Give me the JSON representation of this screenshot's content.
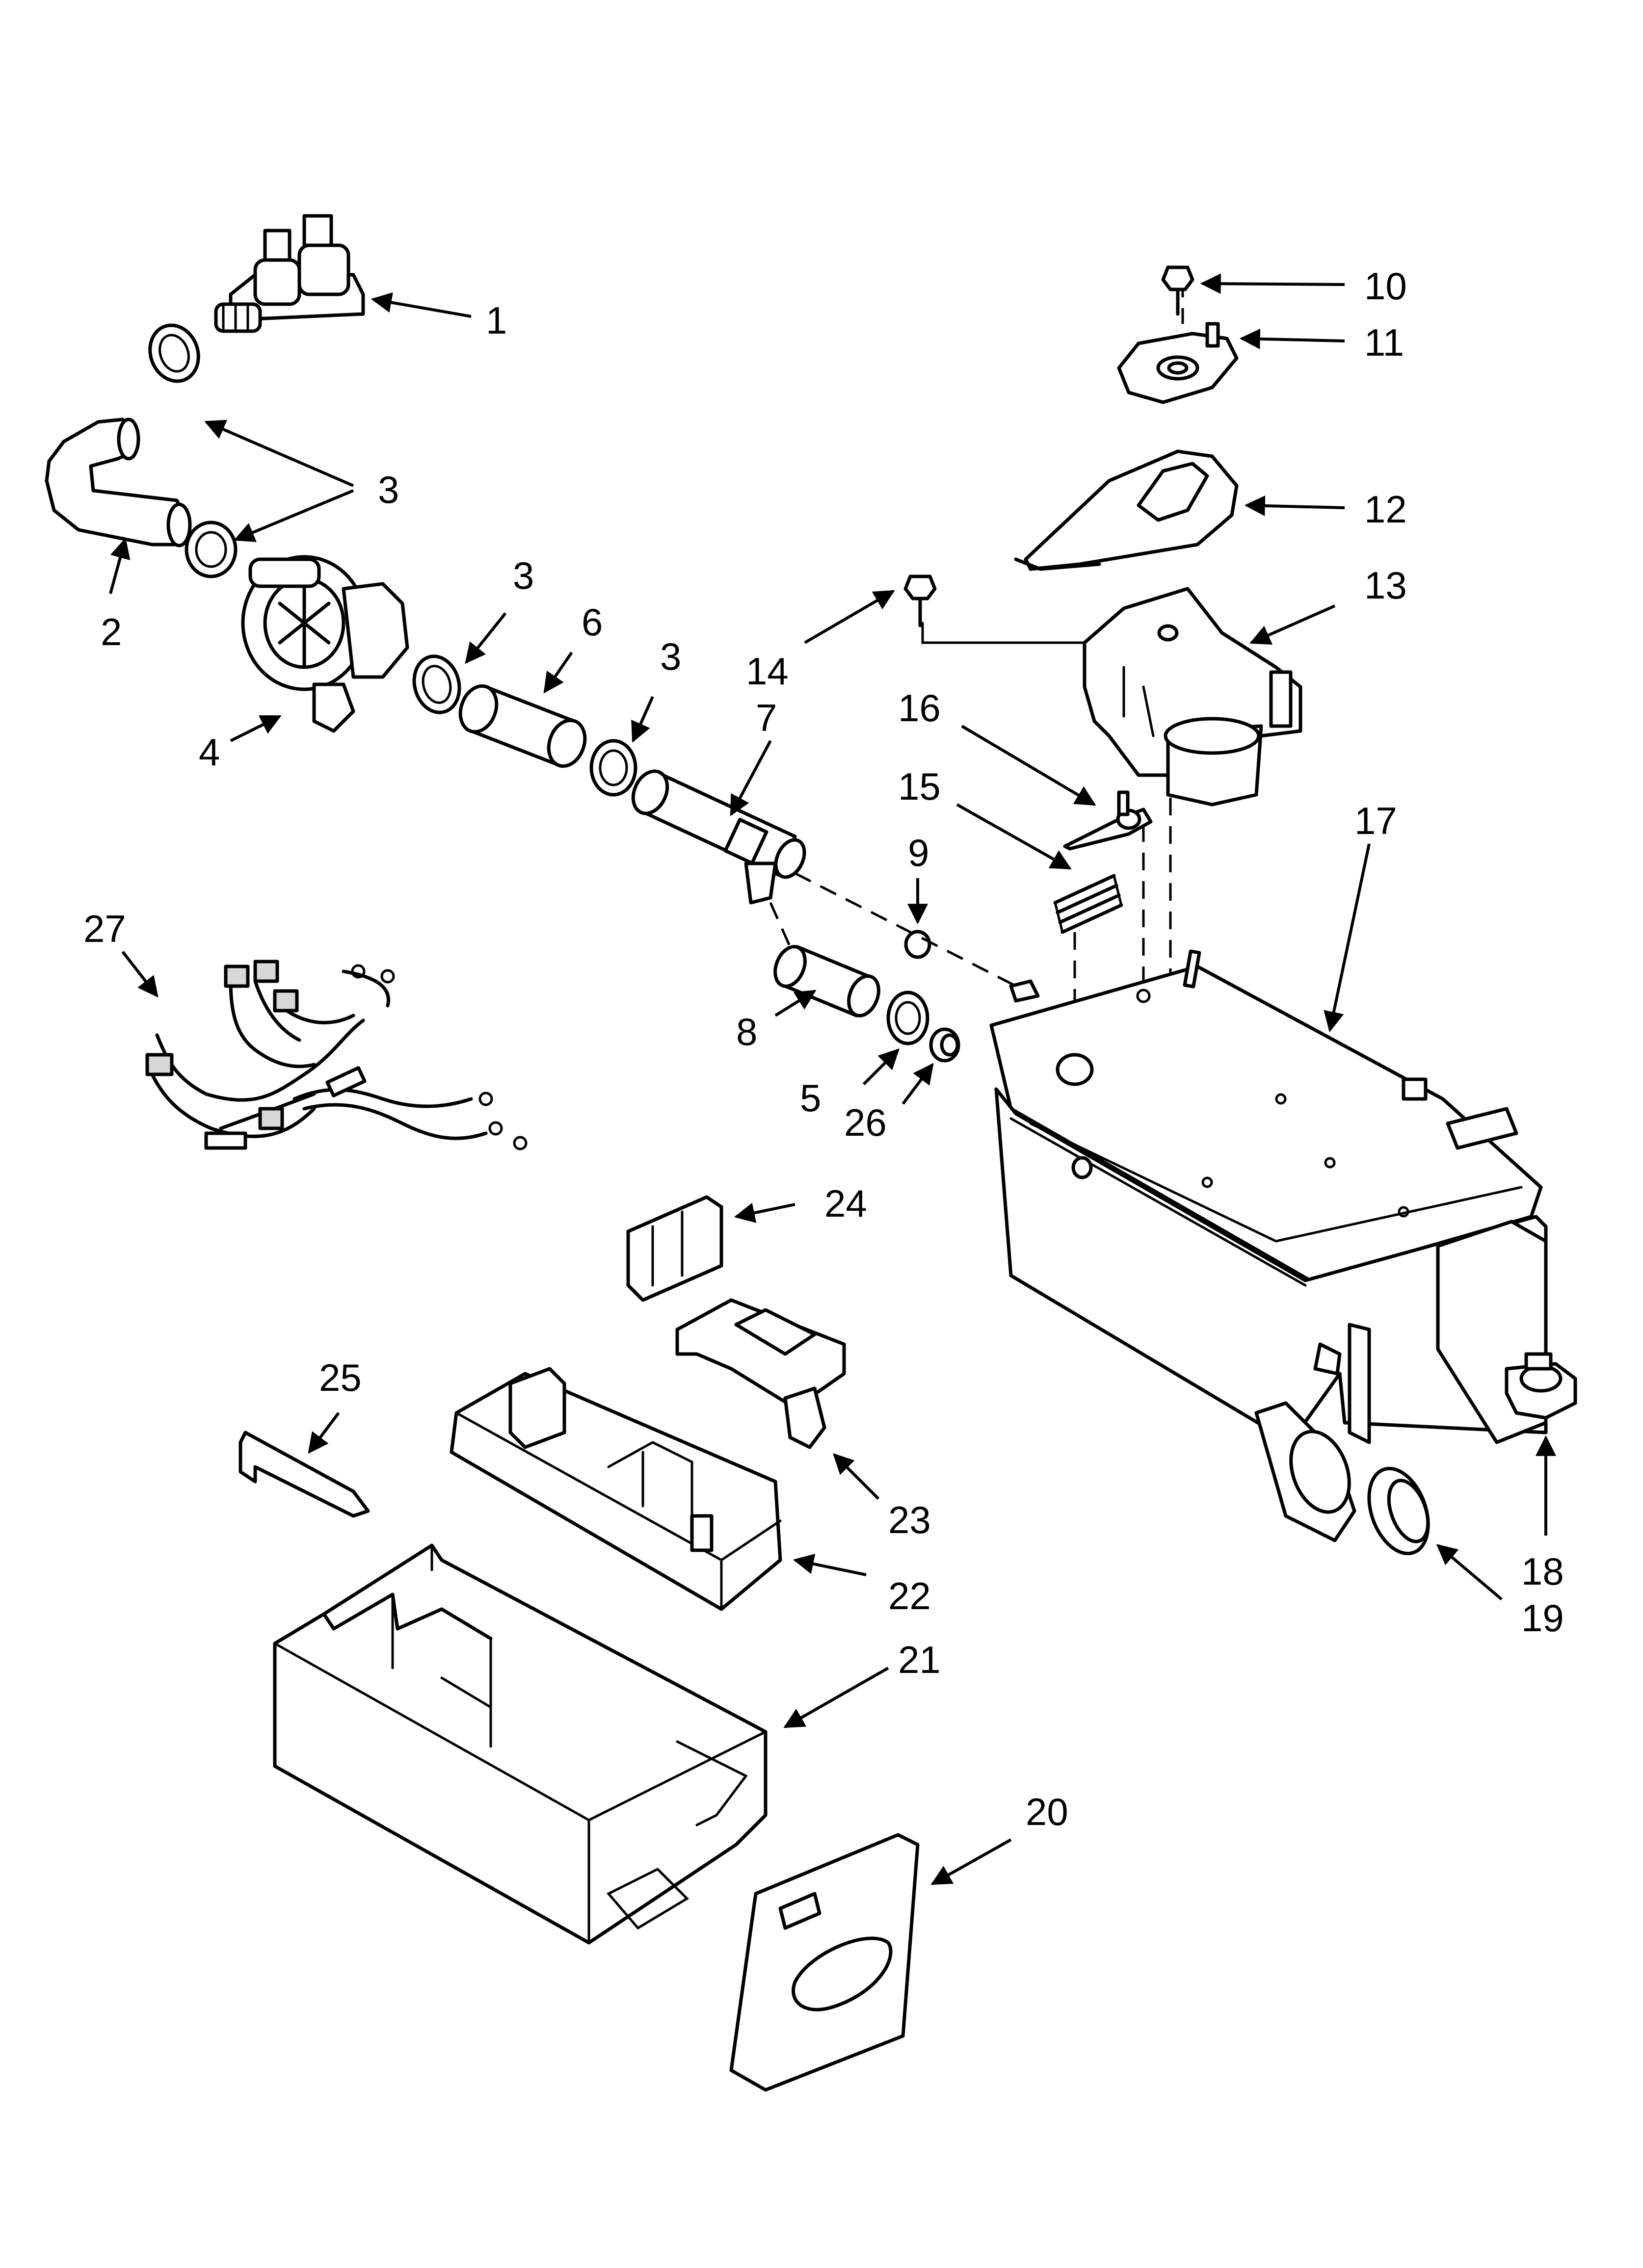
{
  "callouts": [
    {
      "id": "1",
      "text": "1"
    },
    {
      "id": "2",
      "text": "2"
    },
    {
      "id": "3a",
      "text": "3"
    },
    {
      "id": "3b",
      "text": "3"
    },
    {
      "id": "3c",
      "text": "3"
    },
    {
      "id": "4",
      "text": "4"
    },
    {
      "id": "5",
      "text": "5"
    },
    {
      "id": "6",
      "text": "6"
    },
    {
      "id": "7",
      "text": "7"
    },
    {
      "id": "8",
      "text": "8"
    },
    {
      "id": "9",
      "text": "9"
    },
    {
      "id": "10",
      "text": "10"
    },
    {
      "id": "11",
      "text": "11"
    },
    {
      "id": "12",
      "text": "12"
    },
    {
      "id": "13",
      "text": "13"
    },
    {
      "id": "14",
      "text": "14"
    },
    {
      "id": "15",
      "text": "15"
    },
    {
      "id": "16",
      "text": "16"
    },
    {
      "id": "17",
      "text": "17"
    },
    {
      "id": "18",
      "text": "18"
    },
    {
      "id": "19",
      "text": "19"
    },
    {
      "id": "20",
      "text": "20"
    },
    {
      "id": "21",
      "text": "21"
    },
    {
      "id": "22",
      "text": "22"
    },
    {
      "id": "23",
      "text": "23"
    },
    {
      "id": "24",
      "text": "24"
    },
    {
      "id": "25",
      "text": "25"
    },
    {
      "id": "26",
      "text": "26"
    },
    {
      "id": "27",
      "text": "27"
    }
  ]
}
